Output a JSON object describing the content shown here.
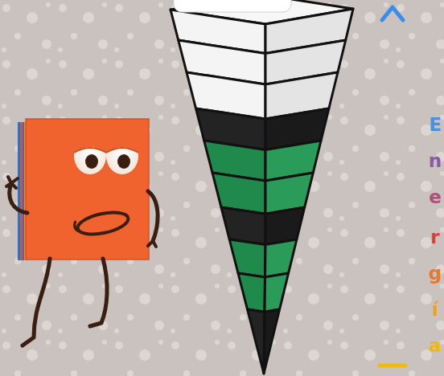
{
  "diagram": {
    "labels": [
      "E",
      "n",
      "e",
      "r",
      "g",
      "í",
      "a"
    ]
  }
}
